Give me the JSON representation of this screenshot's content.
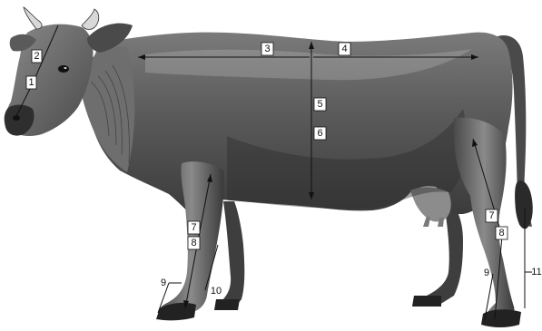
{
  "figure": {
    "subject": "cow-body-measurement-diagram",
    "colors": {
      "ink": "#111111",
      "body_dark": "#3a3a3a",
      "body_mid": "#6a6a6a",
      "body_light": "#9a9a9a",
      "background": "#ffffff"
    }
  },
  "labels": {
    "l1": "1",
    "l2": "2",
    "l3": "3",
    "l4": "4",
    "l5": "5",
    "l6": "6",
    "l7_front": "7",
    "l8_front": "8",
    "l9_front": "9",
    "l10": "10",
    "l7_rear": "7",
    "l8_rear": "8",
    "l9_rear": "9",
    "l11": "11"
  }
}
